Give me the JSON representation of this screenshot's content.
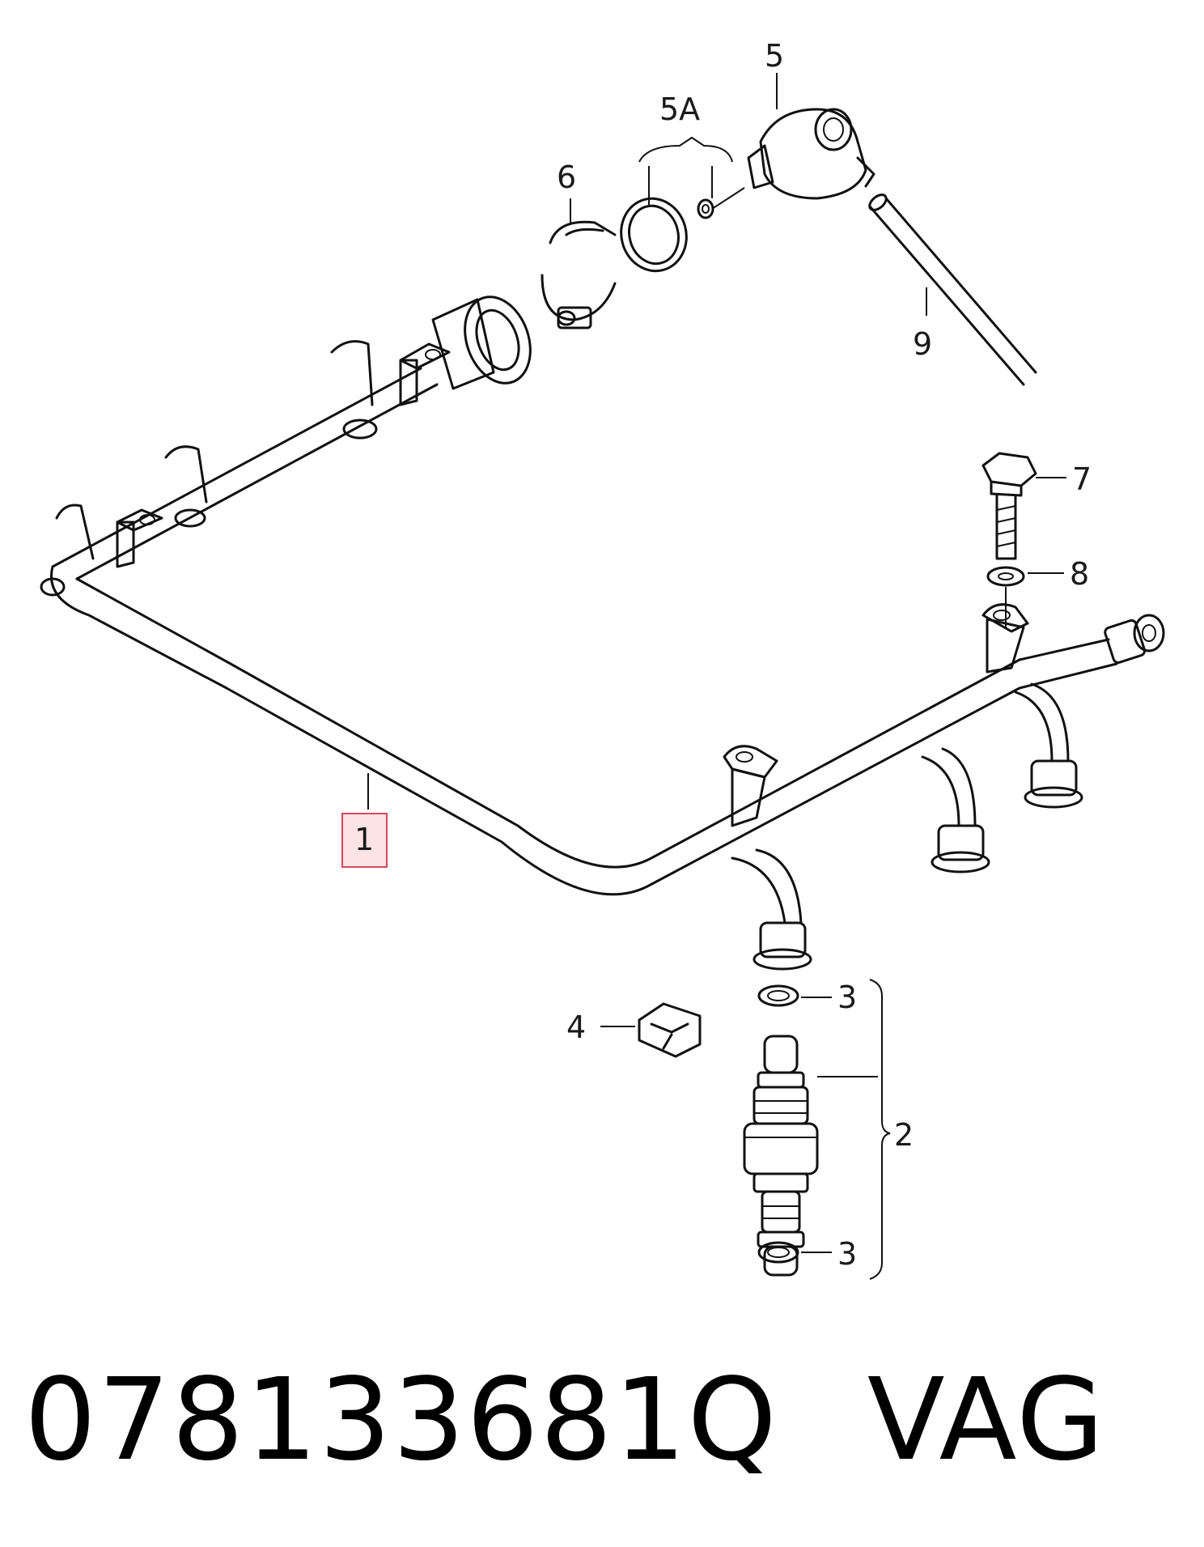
{
  "callouts": {
    "c1": "1",
    "c2": "2",
    "c3a": "3",
    "c3b": "3",
    "c4": "4",
    "c5": "5",
    "c5a": "5A",
    "c6": "6",
    "c7": "7",
    "c8": "8",
    "c9": "9"
  },
  "highlighted_callout": "1",
  "colors": {
    "highlight_fill": "#fbe3e6",
    "highlight_stroke": "#d9485f",
    "line": "#111111"
  },
  "footer": {
    "part_number": "078133681Q",
    "brand": "VAG"
  }
}
